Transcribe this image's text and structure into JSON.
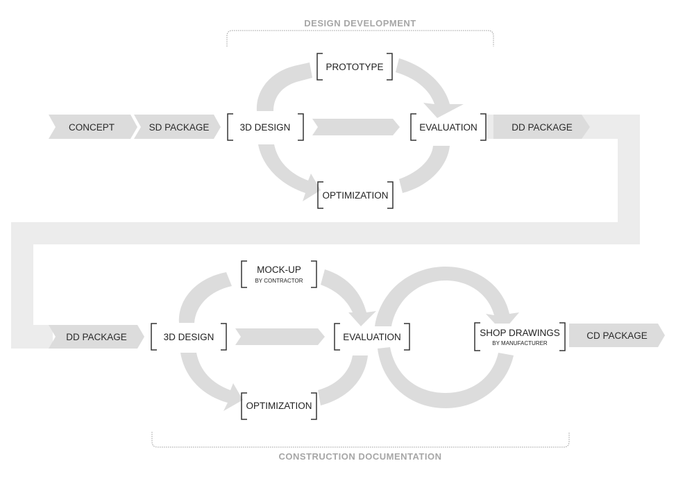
{
  "sections": {
    "design_development": "DESIGN DEVELOPMENT",
    "construction_documentation": "CONSTRUCTION DOCUMENTATION"
  },
  "top_row": {
    "concept": "CONCEPT",
    "sd_package": "SD PACKAGE",
    "design": "3D DESIGN",
    "prototype": "PROTOTYPE",
    "evaluation": "EVALUATION",
    "optimization": "OPTIMIZATION",
    "dd_package": "DD PACKAGE"
  },
  "bottom_row": {
    "dd_package": "DD PACKAGE",
    "design": "3D DESIGN",
    "mockup": "MOCK-UP",
    "mockup_sub": "BY CONTRACTOR",
    "evaluation": "EVALUATION",
    "optimization": "OPTIMIZATION",
    "shop_drawings": "SHOP DRAWINGS",
    "shop_drawings_sub": "BY MANUFACTURER",
    "cd_package": "CD PACKAGE"
  },
  "colors": {
    "flow_fill": "#dcdcdc",
    "connector_fill": "#ececec",
    "bracket": "#333333",
    "section_label": "#a6a6a6"
  }
}
